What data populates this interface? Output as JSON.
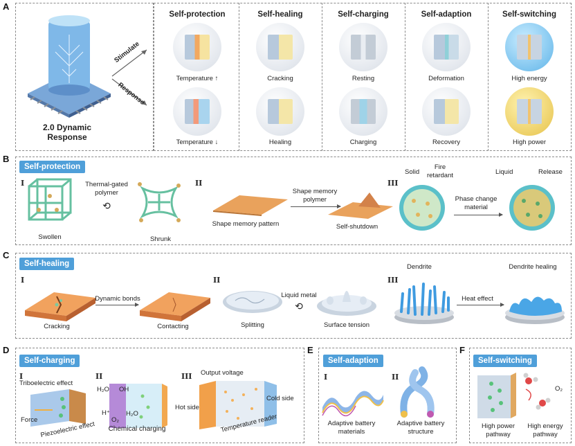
{
  "panel_a": {
    "letter": "A",
    "left_title": "2.0 Dynamic Response",
    "stimulate_label": "Stimulate",
    "response_label": "Response",
    "columns": [
      {
        "title": "Self-protection",
        "top_label": "Temperature ↑",
        "bottom_label": "Temperature ↓"
      },
      {
        "title": "Self-healing",
        "top_label": "Cracking",
        "bottom_label": "Healing"
      },
      {
        "title": "Self-charging",
        "top_label": "Resting",
        "bottom_label": "Charging"
      },
      {
        "title": "Self-adaption",
        "top_label": "Deformation",
        "bottom_label": "Recovery"
      },
      {
        "title": "Self-switching",
        "top_label": "High energy",
        "bottom_label": "High power"
      }
    ]
  },
  "panel_b": {
    "letter": "B",
    "badge": "Self-protection",
    "i": {
      "roman": "I",
      "left_label": "Swollen",
      "right_label": "Shrunk",
      "arrow_label_1": "Thermal-gated",
      "arrow_label_2": "polymer"
    },
    "ii": {
      "roman": "II",
      "left_label": "Shape memory pattern",
      "right_label": "Self-shutdown",
      "arrow_label_1": "Shape memory",
      "arrow_label_2": "polymer"
    },
    "iii": {
      "roman": "III",
      "solid": "Solid",
      "fire_1": "Fire",
      "fire_2": "retardant",
      "arrow_label_1": "Phase change",
      "arrow_label_2": "material",
      "liquid": "Liquid",
      "release": "Release"
    }
  },
  "panel_c": {
    "letter": "C",
    "badge": "Self-healing",
    "i": {
      "roman": "I",
      "left_label": "Cracking",
      "right_label": "Contacting",
      "arrow_label": "Dynamic bonds"
    },
    "ii": {
      "roman": "II",
      "left_label": "Splitting",
      "right_label": "Surface tension",
      "arrow_label": "Liquid metal"
    },
    "iii": {
      "roman": "III",
      "left_label": "Dendrite",
      "right_label": "Dendrite healing",
      "arrow_label": "Heat effect"
    }
  },
  "panel_d": {
    "letter": "D",
    "badge": "Self-charging",
    "i": {
      "roman": "I",
      "tribo": "Triboelectric effect",
      "force": "Force",
      "piezo": "Piezoelectric effect"
    },
    "ii": {
      "roman": "II",
      "h2o": "H₂O",
      "oh": "OH",
      "h": "H⁺",
      "o2": "O₂",
      "h2o_b": "H₂O",
      "caption": "Chemical charging"
    },
    "iii": {
      "roman": "III",
      "output": "Output voltage",
      "hot": "Hot side",
      "cold": "Cold side",
      "temp": "Temperature reader"
    }
  },
  "panel_e": {
    "letter": "E",
    "badge": "Self-adaption",
    "i": {
      "roman": "I",
      "caption_1": "Adaptive battery",
      "caption_2": "materials"
    },
    "ii": {
      "roman": "II",
      "caption_1": "Adaptive battery",
      "caption_2": "structure"
    }
  },
  "panel_f": {
    "letter": "F",
    "badge": "Self-switching",
    "o2": "O₂",
    "left_1": "High power",
    "left_2": "pathway",
    "right_1": "High energy",
    "right_2": "pathway"
  }
}
